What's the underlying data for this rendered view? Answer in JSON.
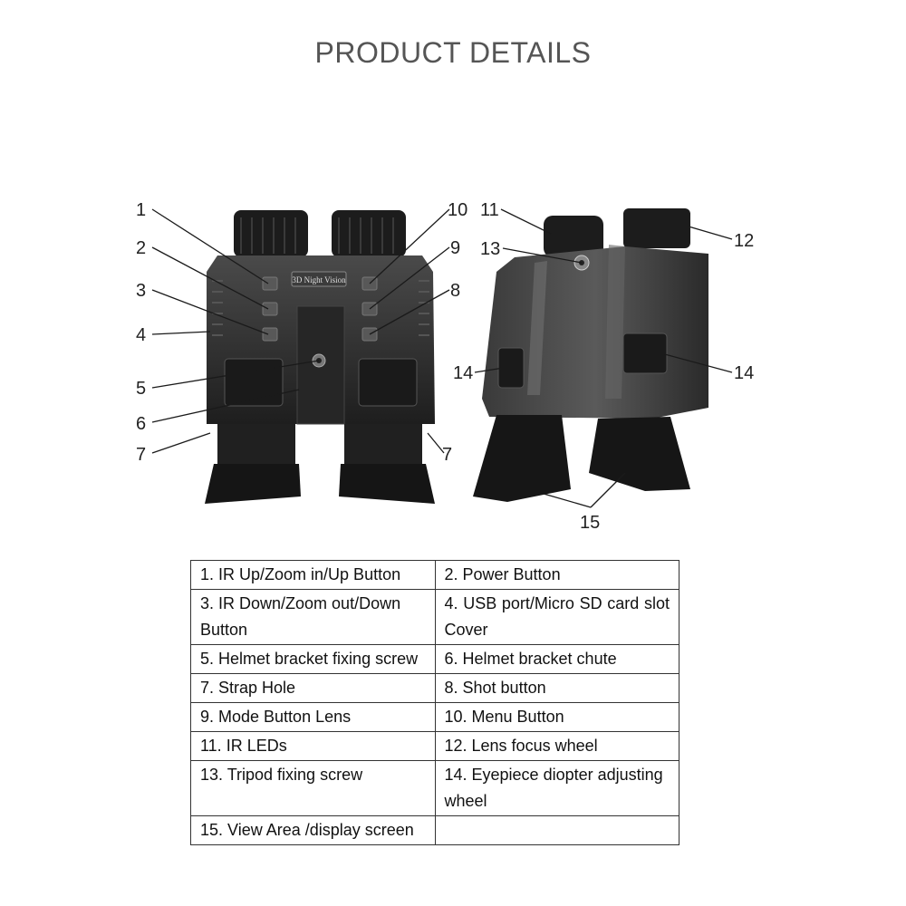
{
  "title": "PRODUCT DETAILS",
  "device_logo": "3D Night Vision",
  "callouts": [
    "1",
    "2",
    "3",
    "4",
    "5",
    "6",
    "7",
    "7",
    "10",
    "9",
    "8",
    "11",
    "12",
    "13",
    "14",
    "14",
    "15"
  ],
  "legend": [
    [
      "1.  IR Up/Zoom in/Up Button",
      "2.  Power Button"
    ],
    [
      "3.  IR Down/Zoom out/Down Button",
      "4.  USB    port/Micro    SD card slot Cover"
    ],
    [
      "5.  Helmet bracket fixing screw",
      "6.  Helmet bracket chute"
    ],
    [
      "7.  Strap Hole",
      "8.  Shot button"
    ],
    [
      "9.  Mode Button Lens",
      "10.  Menu Button"
    ],
    [
      "11.  IR LEDs",
      "12.  Lens focus wheel"
    ],
    [
      "13.  Tripod fixing screw",
      "14.  Eyepiece diopter adjusting wheel"
    ],
    [
      "15.  View Area /display screen",
      ""
    ]
  ],
  "colors": {
    "body": "#2b2b2b",
    "title": "#555555",
    "border": "#333333"
  }
}
